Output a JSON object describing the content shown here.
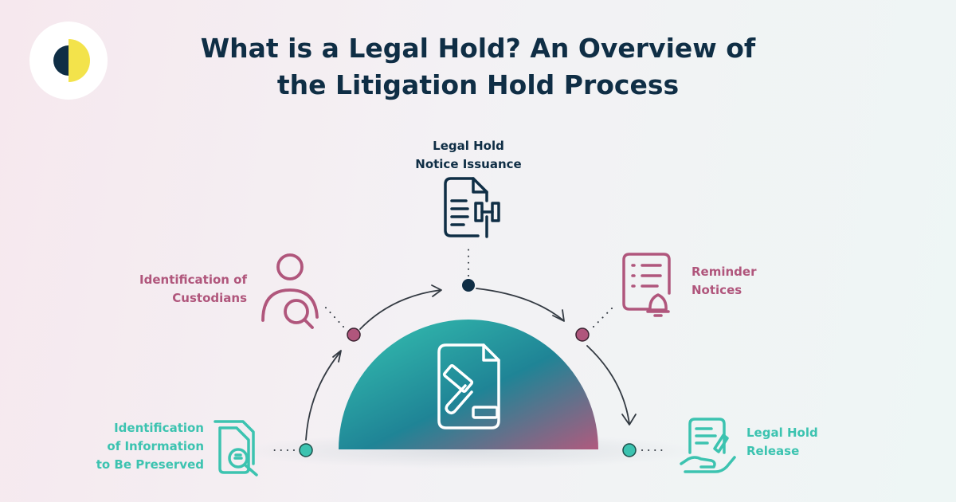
{
  "title": {
    "line1": "What is a Legal Hold? An Overview of",
    "line2": "the Litigation Hold Process"
  },
  "steps": {
    "notice": {
      "line1": "Legal Hold",
      "line2": "Notice Issuance",
      "icon": "legal-document-gavel-icon"
    },
    "custodians": {
      "line1": "Identification of",
      "line2": "Custodians",
      "icon": "person-search-icon"
    },
    "reminder": {
      "line1": "Reminder",
      "line2": "Notices",
      "icon": "checklist-bell-icon"
    },
    "information": {
      "line1": "Identification",
      "line2": "of Information",
      "line3": "to Be Preserved",
      "icon": "documents-search-icon"
    },
    "release": {
      "line1": "Legal Hold",
      "line2": "Release",
      "icon": "document-hand-icon"
    }
  },
  "colors": {
    "navy": "#0f2e45",
    "pink": "#b0567c",
    "teal": "#3cc3b0",
    "yellow": "#f3e34b"
  },
  "center_icon": "gavel-document-icon"
}
